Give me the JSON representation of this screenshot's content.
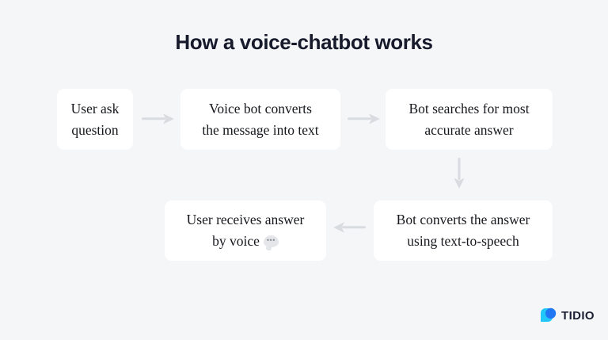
{
  "page": {
    "background_color": "#f4f6f8",
    "title": "How a voice-chatbot works"
  },
  "flow": {
    "boxes": [
      {
        "id": "user-ask",
        "line1": "User ask",
        "line2": "question",
        "emoji": ""
      },
      {
        "id": "voice-convert",
        "line1": "Voice bot converts",
        "line2": "the message into text",
        "emoji": ""
      },
      {
        "id": "bot-search",
        "line1": "Bot searches for most",
        "line2": "accurate answer",
        "emoji": ""
      },
      {
        "id": "bot-tts",
        "line1": "Bot converts the answer",
        "line2": "using text-to-speech",
        "emoji": ""
      },
      {
        "id": "user-receive",
        "line1": "User receives answer",
        "line2": "by voice",
        "emoji": "speech-balloon"
      }
    ],
    "arrows": [
      {
        "id": "arrow-1",
        "direction": "right",
        "from": "user-ask",
        "to": "voice-convert"
      },
      {
        "id": "arrow-2",
        "direction": "right",
        "from": "voice-convert",
        "to": "bot-search"
      },
      {
        "id": "arrow-3",
        "direction": "down",
        "from": "bot-search",
        "to": "bot-tts"
      },
      {
        "id": "arrow-4",
        "direction": "left",
        "from": "bot-tts",
        "to": "user-receive"
      }
    ],
    "box_color": "#ffffff",
    "arrow_color": "#d8dce1",
    "text_color": "#16181d"
  },
  "branding": {
    "wordmark": "TIDIO",
    "mark_color_primary": "#2176f3",
    "mark_color_secondary": "#21c7f9",
    "wordmark_color": "#1b1f33"
  },
  "emoji": {
    "speech_balloon_dots": "•••"
  }
}
